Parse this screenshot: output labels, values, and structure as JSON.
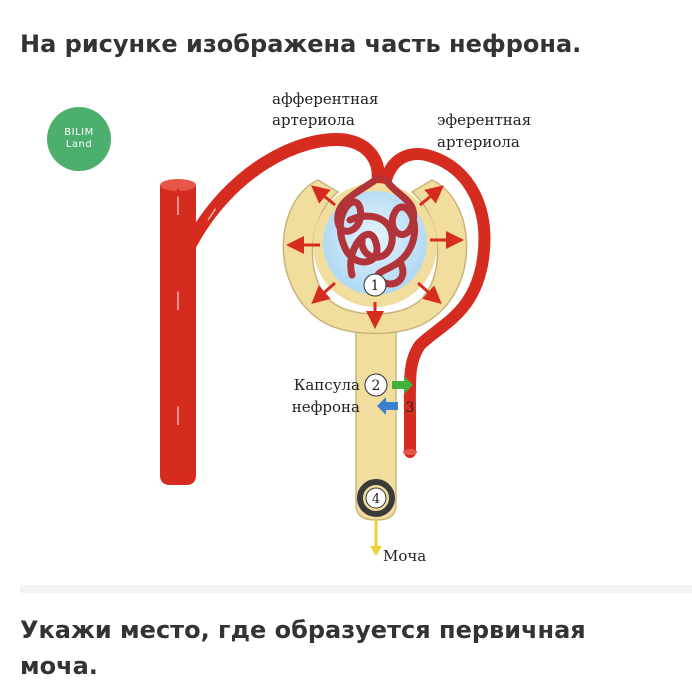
{
  "header": {
    "title": "На рисунке изображена часть нефрона."
  },
  "logo": {
    "line1": "BILIM",
    "line2": "Land"
  },
  "diagram": {
    "labels": {
      "afferent_line1": "афферентная",
      "afferent_line2": "артериола",
      "efferent_line1": "эферентная",
      "efferent_line2": "артериола",
      "capsule_line1": "Капсула",
      "capsule_line2": "нефрона",
      "urine": "Моча"
    },
    "markers": [
      "1",
      "2",
      "3",
      "4"
    ],
    "colors": {
      "vessel": "#d62b1f",
      "capsule": "#f1dd9e",
      "capsule_outline": "#c9b57a",
      "glomerulus": "#b1343a",
      "lumen": "#a9d5f2",
      "arrow_green": "#41b23b",
      "arrow_blue": "#3c7fd0",
      "arrow_yellow": "#f0cf3a",
      "duct_ring": "#3a3a3a"
    }
  },
  "question": {
    "text": "Укажи место, где образуется первичная моча."
  }
}
